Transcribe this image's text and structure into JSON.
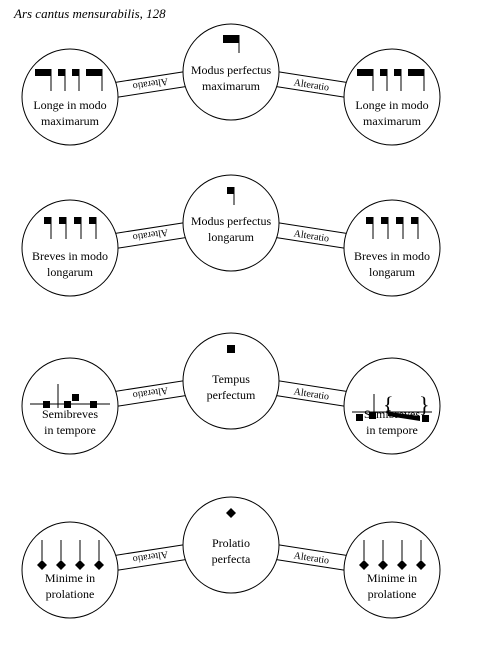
{
  "caption": "Ars cantus mensurabilis, 128",
  "band_labels": {
    "left": "Alteratio",
    "right": "Alteratio"
  },
  "rows": [
    {
      "center": [
        "Modus perfectus",
        "maximarum"
      ],
      "center_notation": "maxima",
      "left": [
        "Longe in modo",
        "maximarum"
      ],
      "left_notation": "four-longs-with-maximae",
      "right": [
        "Longe in modo",
        "maximarum"
      ],
      "right_notation": "four-longs-with-maximae"
    },
    {
      "center": [
        "Modus perfectus",
        "longarum"
      ],
      "center_notation": "longa",
      "left": [
        "Breves in modo",
        "longarum"
      ],
      "left_notation": "four-longae",
      "right": [
        "Breves in modo",
        "longarum"
      ],
      "right_notation": "four-longae"
    },
    {
      "center": [
        "Tempus",
        "perfectum"
      ],
      "center_notation": "brevis",
      "left": [
        "Semibreves",
        "in tempore"
      ],
      "left_notation": "breves-on-line",
      "right": [
        "Semibreves",
        "in tempore"
      ],
      "right_notation": "breves-with-ligature-brace"
    },
    {
      "center": [
        "Prolatio",
        "perfecta"
      ],
      "center_notation": "semibrevis",
      "left": [
        "Minime in",
        "prolatione"
      ],
      "left_notation": "four-minims",
      "right": [
        "Minime in",
        "prolatione"
      ],
      "right_notation": "four-minims"
    }
  ]
}
